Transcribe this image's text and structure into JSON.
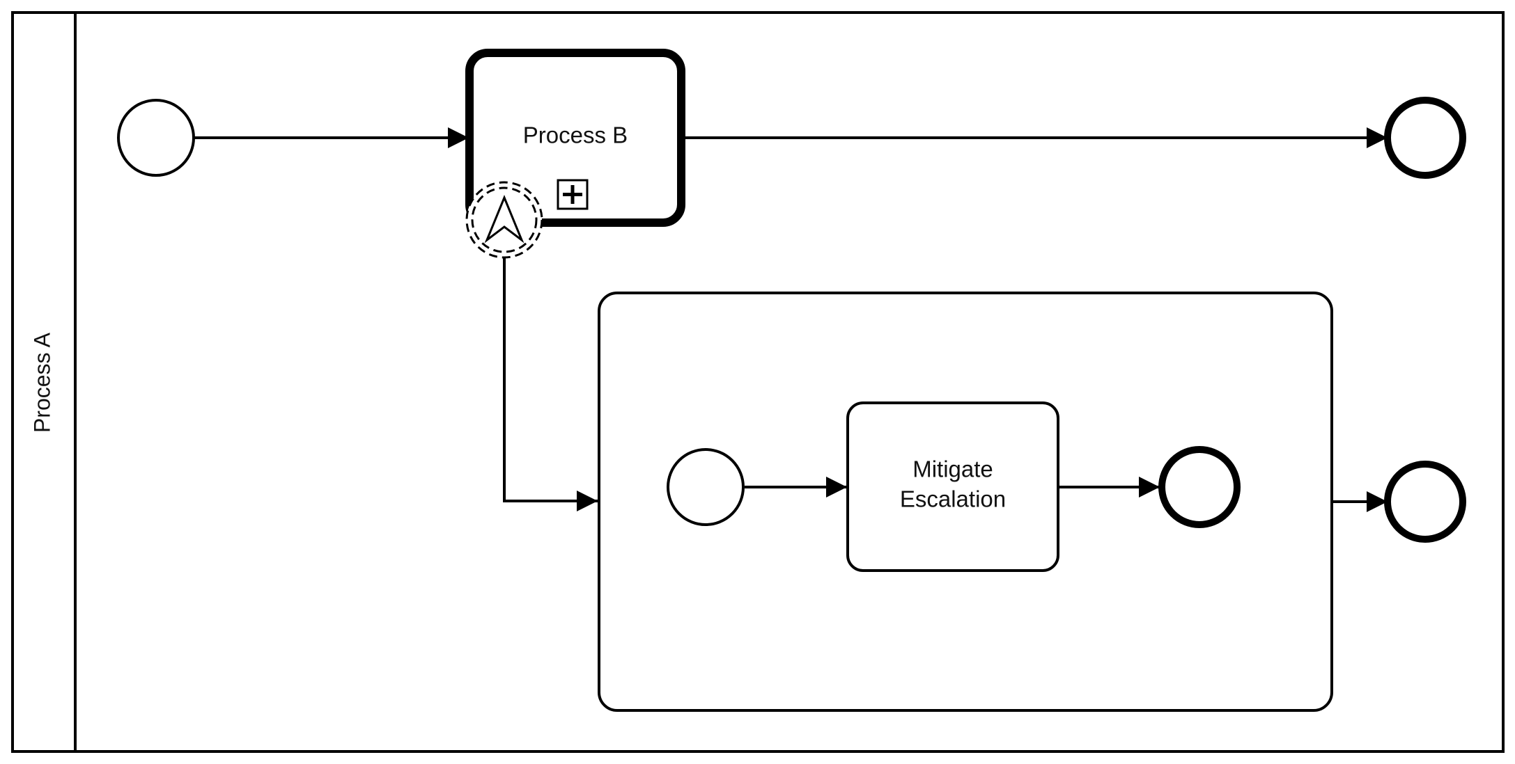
{
  "pool": {
    "label": "Process A"
  },
  "call_activity": {
    "label": "Process B"
  },
  "subprocess_task": {
    "line1": "Mitigate",
    "line2": "Escalation"
  },
  "colors": {
    "stroke": "#000000",
    "background": "#ffffff",
    "text": "#111111"
  },
  "icons": {
    "boundary_event": "escalation-icon",
    "collapsed_marker": "plus-square-icon"
  }
}
